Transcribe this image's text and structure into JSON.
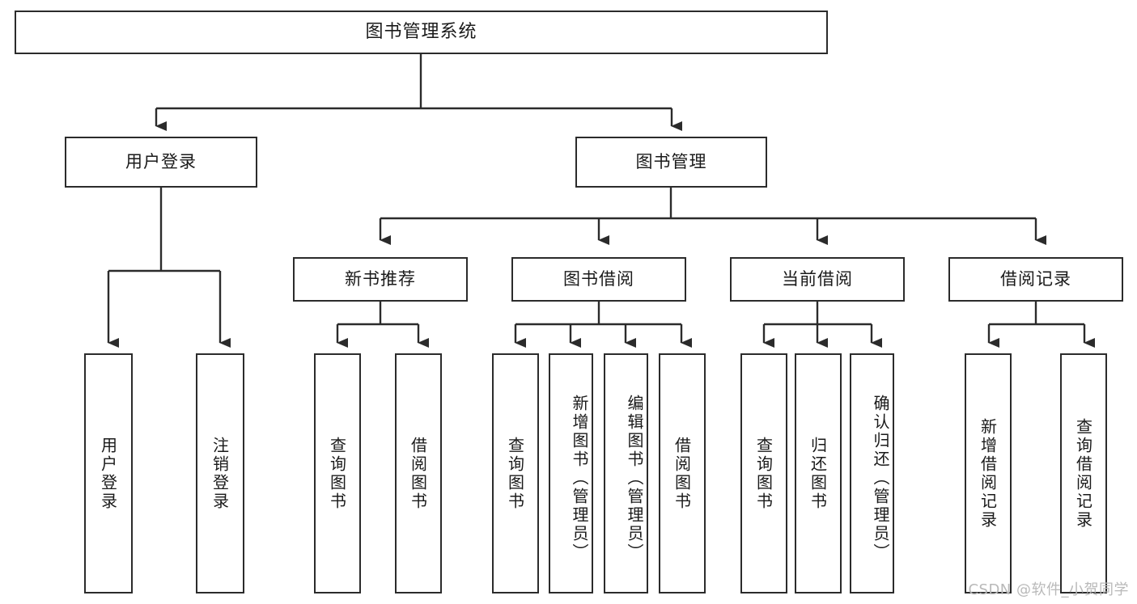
{
  "diagram": {
    "type": "tree",
    "title": "图书管理系统",
    "theme": {
      "background": "#ffffff",
      "box_border": "#2b2b2b",
      "box_fill": "#ffffff",
      "edge_color": "#2b2b2b",
      "text_color": "#1a1a1a",
      "watermark_color": "#b9b9b9"
    },
    "watermark": "CSDN @软件_小贺同学",
    "levels": {
      "root": "图书管理系统",
      "level2": [
        "用户登录",
        "图书管理"
      ],
      "level3": [
        "新书推荐",
        "图书借阅",
        "当前借阅",
        "借阅记录"
      ]
    }
  },
  "nodes": {
    "root": {
      "label": "图书管理系统"
    },
    "user_login": {
      "label": "用户登录"
    },
    "book_manage": {
      "label": "图书管理"
    },
    "new_book_rec": {
      "label": "新书推荐"
    },
    "book_borrow": {
      "label": "图书借阅"
    },
    "current_borrow": {
      "label": "当前借阅"
    },
    "borrow_record": {
      "label": "借阅记录"
    },
    "leaf_user_login": {
      "label": "用户登录"
    },
    "leaf_logout": {
      "label": "注销登录"
    },
    "leaf_query_book_1": {
      "label": "查询图书"
    },
    "leaf_borrow_book_1": {
      "label": "借阅图书"
    },
    "leaf_query_book_2": {
      "label": "查询图书"
    },
    "leaf_add_book": {
      "label": "新增图书（管理员）"
    },
    "leaf_edit_book": {
      "label": "编辑图书（管理员）"
    },
    "leaf_borrow_book_2": {
      "label": "借阅图书"
    },
    "leaf_query_book_3": {
      "label": "查询图书"
    },
    "leaf_return_book": {
      "label": "归还图书"
    },
    "leaf_confirm_return": {
      "label": "确认归还（管理员）"
    },
    "leaf_add_record": {
      "label": "新增借阅记录"
    },
    "leaf_query_record": {
      "label": "查询借阅记录"
    }
  }
}
